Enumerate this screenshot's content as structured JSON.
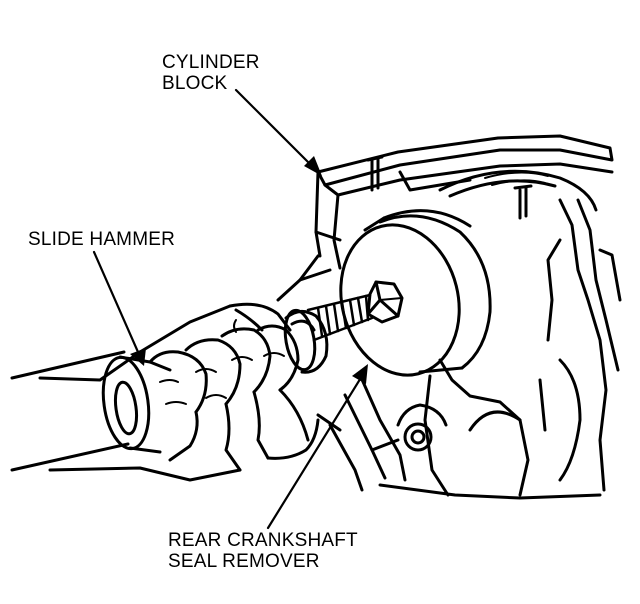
{
  "labels": {
    "cylinder_block": [
      "CYLINDER",
      "BLOCK"
    ],
    "slide_hammer": [
      "SLIDE HAMMER"
    ],
    "seal_remover": [
      "REAR CRANKSHAFT",
      "SEAL REMOVER"
    ]
  },
  "colors": {
    "ink": "#000000",
    "paper": "#ffffff"
  }
}
